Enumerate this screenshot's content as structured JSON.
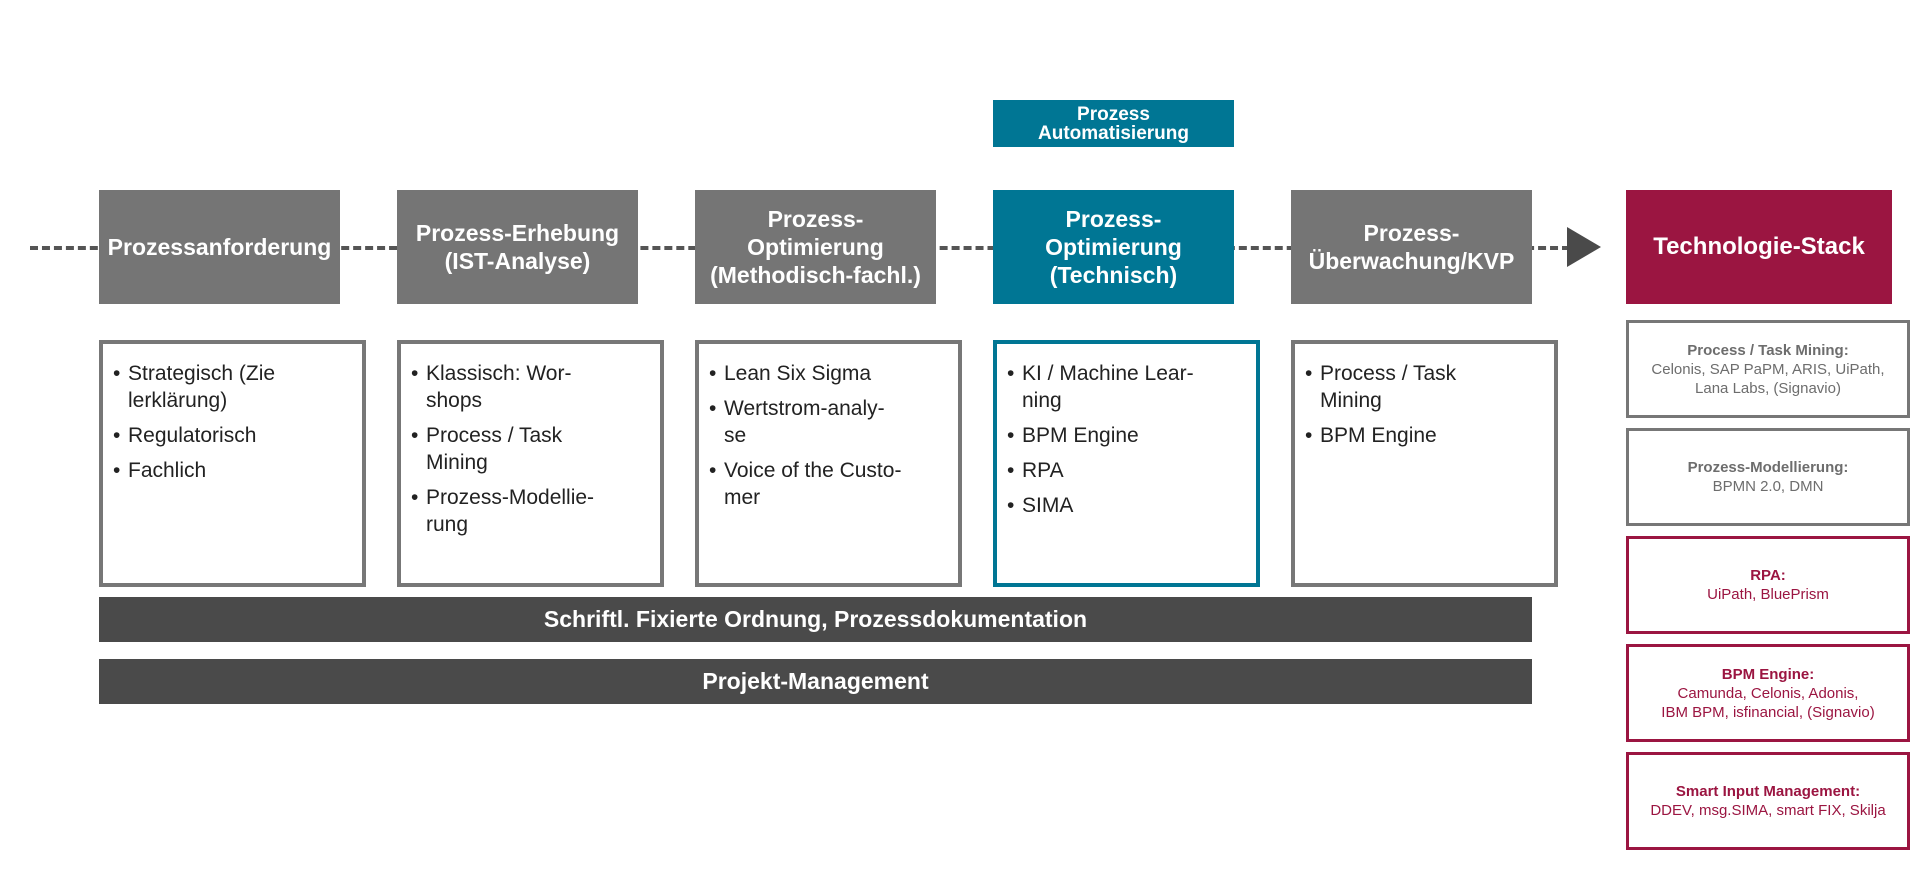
{
  "automation_label": "Prozess\nAutomatisierung",
  "phases": [
    {
      "title": "Prozessanforderung",
      "items": [
        "Strategisch (Zie\nlerklärung)",
        "Regulatorisch",
        "Fachlich"
      ]
    },
    {
      "title": "Prozess-Erhebung\n(IST-Analyse)",
      "items": [
        "Klassisch: Wor-\nshops",
        "Process / Task\nMining",
        "Prozess-Modellie-\nrung"
      ]
    },
    {
      "title": "Prozess-\nOptimierung\n(Methodisch-fachl.)",
      "items": [
        "Lean Six Sigma",
        "Wertstrom-analy-\nse",
        "Voice of the Custo-\nmer"
      ]
    },
    {
      "title": "Prozess-\nOptimierung\n(Technisch)",
      "items": [
        "KI / Machine Lear-\nning",
        "BPM Engine",
        "RPA",
        "SIMA"
      ]
    },
    {
      "title": "Prozess-\nÜberwachung/KVP",
      "items": [
        "Process / Task\nMining",
        "BPM Engine"
      ]
    }
  ],
  "bars": {
    "documentation": "Schriftl. Fixierte Ordnung, Prozessdokumentation",
    "project": "Projekt-Management"
  },
  "tech_stack": {
    "title": "Technologie-Stack",
    "items": [
      {
        "heading": "Process / Task Mining:",
        "lines": [
          "Celonis, SAP PaPM, ARIS, UiPath,",
          "Lana Labs, (Signavio)"
        ]
      },
      {
        "heading": "Prozess-Modellierung:",
        "lines": [
          "BPMN 2.0, DMN"
        ]
      },
      {
        "heading": "RPA:",
        "lines": [
          "UiPath, BluePrism"
        ]
      },
      {
        "heading": "BPM Engine:",
        "lines": [
          "Camunda, Celonis, Adonis,",
          "IBM BPM, isfinancial, (Signavio)"
        ]
      },
      {
        "heading": "Smart Input Management:",
        "lines": [
          "DDEV, msg.SIMA, smart FIX, Skilja"
        ]
      }
    ]
  },
  "colors": {
    "phase_grey": "#757575",
    "teal": "#007694",
    "dark_bar": "#4a4a4a",
    "brand_red": "#9b1541"
  }
}
